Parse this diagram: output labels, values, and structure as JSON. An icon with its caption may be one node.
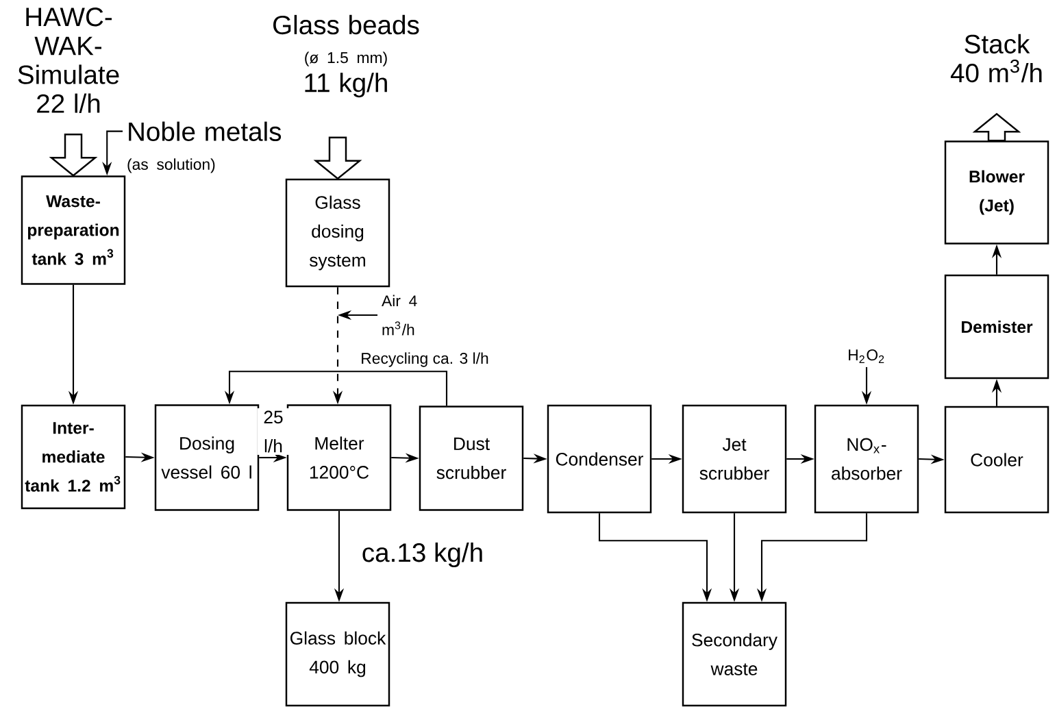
{
  "diagram": {
    "nodes": [
      {
        "text": [
          "HAWC-WAK- Simulate 22 l/h"
        ]
      },
      {
        "text": [
          "Glass beads",
          "(ø 1.5 mm)",
          "11 kg/h"
        ]
      },
      {
        "text": [
          "Waste- preparation tank 3 m$^{3}$"
        ]
      },
      {
        "text": [
          "Noble metals",
          "(as solution)"
        ]
      },
      {
        "text": [
          "Glass dosing system"
        ]
      },
      {
        "text": [
          "Inter- mediate tank 1.2 m$^{3}$"
        ]
      },
      {
        "text": [
          "Dosing vessel 60 l"
        ]
      },
      {
        "text": [
          "Melter",
          "1200°C"
        ]
      },
      {
        "text": [
          "Dust scrubber"
        ]
      },
      {
        "text": [
          "Condenser"
        ]
      },
      {
        "text": [
          "Jet scrubber"
        ]
      },
      {
        "text": [
          "NO$_{x}$- absorber"
        ]
      },
      {
        "text": [
          "Cooler"
        ]
      },
      {
        "text": [
          "Demister"
        ]
      },
      {
        "text": [
          "Blower",
          "(Jet)"
        ]
      },
      {
        "text": [
          "Stack",
          "40 m$^{3}$/h"
        ]
      },
      {
        "text": [
          "Glass block 400 kg"
        ]
      },
      {
        "text": [
          "Secondary waste"
        ]
      },
      {
        "text": [
          "Air 4 m$^{3}$/h"
        ]
      },
      {
        "text": [
          "H$_{2}$O$_{2}$"
        ]
      }
    ],
    "edges": [
      {
        "from": 0,
        "to": 2,
        "arrow": "to",
        "style": "thick"
      },
      {
        "from": 3,
        "to": 2,
        "arrow": "to"
      },
      {
        "from": 1,
        "to": 4,
        "arrow": "to",
        "style": "thick"
      },
      {
        "from": 2,
        "to": 5,
        "arrow": "to"
      },
      {
        "from": 5,
        "to": 6,
        "arrow": "to"
      },
      {
        "from": 6,
        "to": 7,
        "arrow": "to",
        "label": "25 l/h"
      },
      {
        "from": 4,
        "to": 7,
        "arrow": "to",
        "style": "dashed"
      },
      {
        "from": 18,
        "to": null,
        "arrow": "to"
      },
      {
        "from": 8,
        "to": 6,
        "arrow": "to",
        "label": "Recycling ca. 3 l/h"
      },
      {
        "from": 7,
        "to": 8,
        "arrow": "to"
      },
      {
        "from": 8,
        "to": 9,
        "arrow": "to"
      },
      {
        "from": 9,
        "to": 10,
        "arrow": "to"
      },
      {
        "from": 10,
        "to": 11,
        "arrow": "to"
      },
      {
        "from": 11,
        "to": 12,
        "arrow": "to"
      },
      {
        "from": 12,
        "to": 13,
        "arrow": "to"
      },
      {
        "from": 13,
        "to": 14,
        "arrow": "to"
      },
      {
        "from": 14,
        "to": 15,
        "arrow": "to",
        "style": "thick"
      },
      {
        "from": 7,
        "to": 16,
        "arrow": "to",
        "label": "ca.13 kg/h"
      },
      {
        "from": 9,
        "to": 17,
        "arrow": "to"
      },
      {
        "from": 10,
        "to": 17,
        "arrow": "to"
      },
      {
        "from": 11,
        "to": 17,
        "arrow": "to"
      },
      {
        "from": 19,
        "to": 11,
        "arrow": "to"
      }
    ]
  }
}
